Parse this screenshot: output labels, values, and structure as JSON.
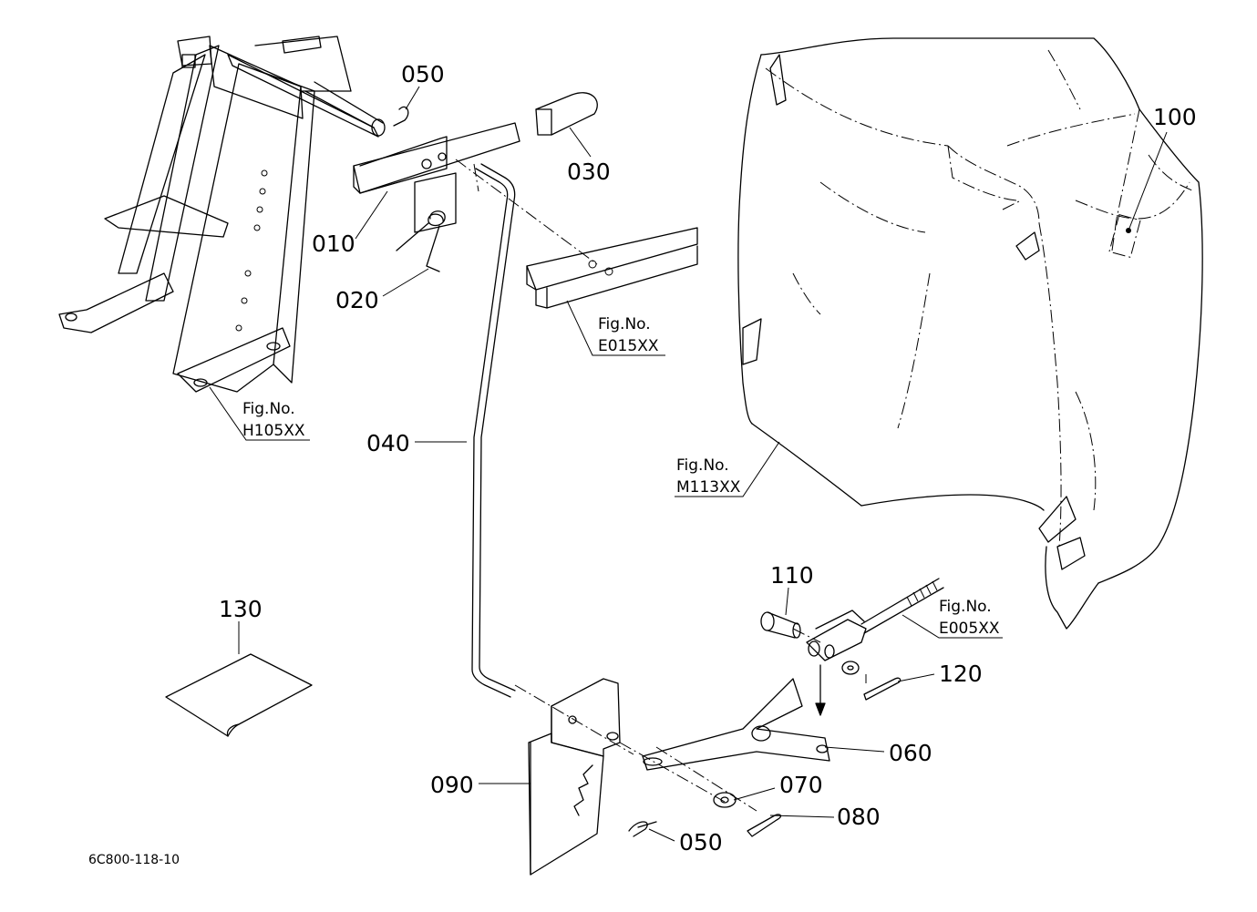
{
  "drawing_code": "6C800-118-10",
  "callouts": {
    "p010": "010",
    "p020": "020",
    "p030": "030",
    "p040": "040",
    "p050_top": "050",
    "p050_bottom": "050",
    "p060": "060",
    "p070": "070",
    "p080": "080",
    "p090": "090",
    "p100": "100",
    "p110": "110",
    "p120": "120",
    "p130": "130"
  },
  "figure_refs": {
    "h105": {
      "label": "Fig.No.",
      "code": "H105XX"
    },
    "e015": {
      "label": "Fig.No.",
      "code": "E015XX"
    },
    "m113": {
      "label": "Fig.No.",
      "code": "M113XX"
    },
    "e005": {
      "label": "Fig.No.",
      "code": "E005XX"
    }
  }
}
